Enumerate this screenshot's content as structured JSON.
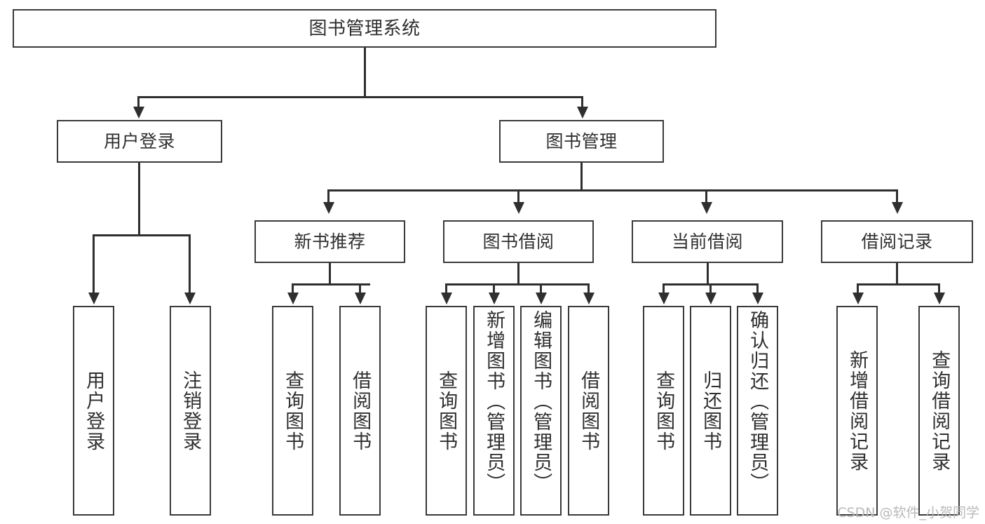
{
  "diagram": {
    "title": "图书管理系统",
    "type": "tree-hierarchy-functional-structure",
    "root": {
      "label": "图书管理系统"
    },
    "level2": [
      {
        "label": "用户登录"
      },
      {
        "label": "图书管理"
      }
    ],
    "level3": [
      {
        "label": "新书推荐"
      },
      {
        "label": "图书借阅"
      },
      {
        "label": "当前借阅"
      },
      {
        "label": "借阅记录"
      }
    ],
    "leaves": {
      "user_login": [
        {
          "label": "用户登录"
        },
        {
          "label": "注销登录"
        }
      ],
      "new_book_recommend": [
        {
          "label": "查询图书"
        },
        {
          "label": "借阅图书"
        }
      ],
      "book_borrow": [
        {
          "label": "查询图书"
        },
        {
          "label": "新增图书（管理员）"
        },
        {
          "label": "编辑图书（管理员）"
        },
        {
          "label": "借阅图书"
        }
      ],
      "current_borrow": [
        {
          "label": "查询图书"
        },
        {
          "label": "归还图书"
        },
        {
          "label": "确认归还（管理员）"
        }
      ],
      "borrow_record": [
        {
          "label": "新增借阅记录"
        },
        {
          "label": "查询借阅记录"
        }
      ]
    }
  },
  "watermark": {
    "text": "CSDN @软件_小贺同学"
  },
  "colors": {
    "box_border": "#3a3a3a",
    "connector": "#2f2f2f",
    "text": "#2f2f2f",
    "background": "#ffffff",
    "watermark": "#b9b9b9"
  }
}
